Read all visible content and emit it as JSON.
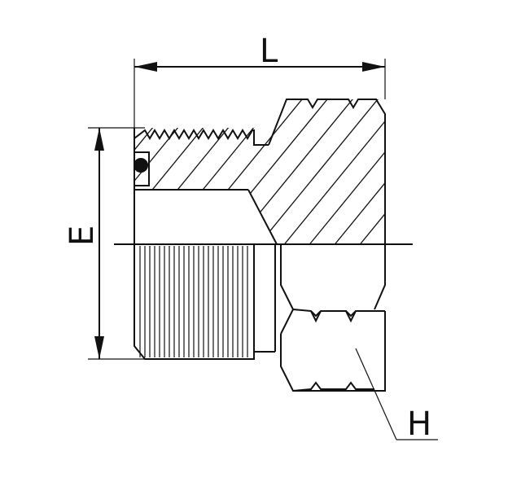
{
  "dimensions": {
    "length_label": "L",
    "diameter_label": "E",
    "hex_label": "H"
  }
}
